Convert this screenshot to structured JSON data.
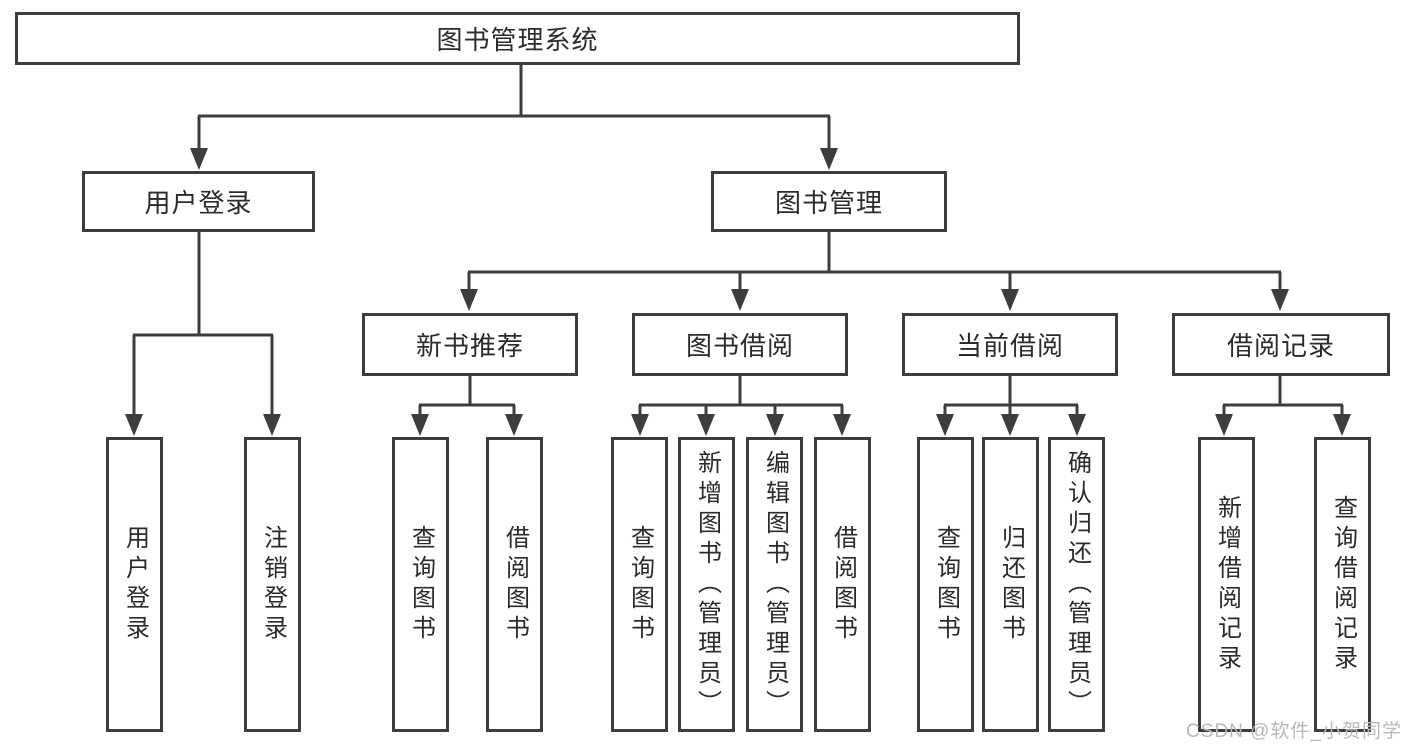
{
  "diagram": {
    "title_node": "图书管理系统",
    "colors": {
      "line": "#3d3d3d",
      "box_border": "#3d3d3d",
      "text": "#2b2b2b",
      "watermark": "#b9b9b9",
      "background": "#ffffff"
    },
    "nodes": {
      "root": {
        "label": "图书管理系统"
      },
      "level2": [
        {
          "label": "用户登录"
        },
        {
          "label": "图书管理"
        }
      ],
      "level3": [
        {
          "label": "新书推荐",
          "parent": "图书管理"
        },
        {
          "label": "图书借阅",
          "parent": "图书管理"
        },
        {
          "label": "当前借阅",
          "parent": "图书管理"
        },
        {
          "label": "借阅记录",
          "parent": "图书管理"
        }
      ],
      "leaves": [
        {
          "label": "用户登录",
          "parent": "用户登录"
        },
        {
          "label": "注销登录",
          "parent": "用户登录"
        },
        {
          "label": "查询图书",
          "parent": "新书推荐"
        },
        {
          "label": "借阅图书",
          "parent": "新书推荐"
        },
        {
          "label": "查询图书",
          "parent": "图书借阅"
        },
        {
          "label": "新增图书（管理员）",
          "parent": "图书借阅"
        },
        {
          "label": "编辑图书（管理员）",
          "parent": "图书借阅"
        },
        {
          "label": "借阅图书",
          "parent": "图书借阅"
        },
        {
          "label": "查询图书",
          "parent": "当前借阅"
        },
        {
          "label": "归还图书",
          "parent": "当前借阅"
        },
        {
          "label": "确认归还（管理员）",
          "parent": "当前借阅"
        },
        {
          "label": "新增借阅记录",
          "parent": "借阅记录"
        },
        {
          "label": "查询借阅记录",
          "parent": "借阅记录"
        }
      ]
    }
  },
  "watermark": {
    "text": "CSDN @软件_小贺同学"
  }
}
